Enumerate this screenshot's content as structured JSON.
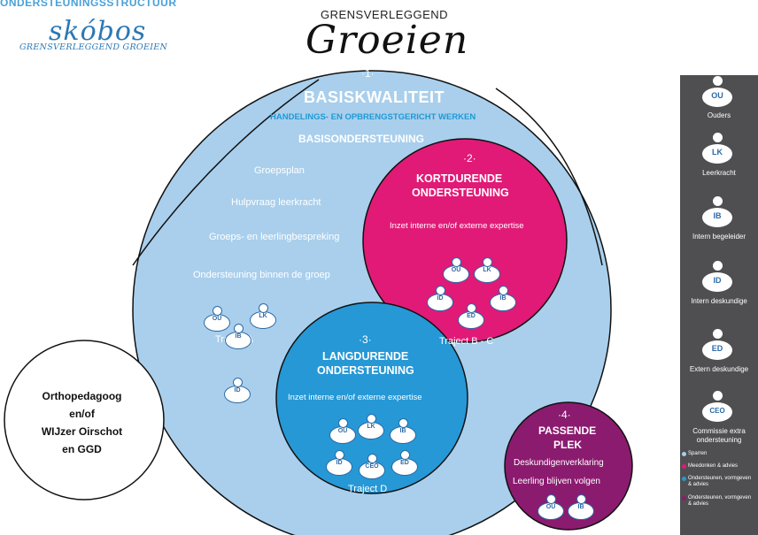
{
  "header": {
    "top_strip": "ONDERSTEUNINGSSTRUCTUUR",
    "logo_main": "skóbos",
    "logo_sub": "GRENSVERLEGGEND GROEIEN",
    "theme_over": "GRENSVERLEGGEND",
    "theme_main": "Groeien"
  },
  "colors": {
    "basis": "#a9cfec",
    "kort": "#e11a77",
    "lang": "#2698d6",
    "passend": "#8b1b6f",
    "legend_bg": "#4f4f51"
  },
  "circle1": {
    "number": "·1·",
    "title": "BASISKWALITEIT",
    "subtitle": "HANDELINGS- EN OPBRENGSTGERICHT WERKEN",
    "subheading": "BASISONDERSTEUNING",
    "items": [
      "Groepsplan",
      "Hulpvraag leerkracht",
      "Groeps- en leerlingbespreking",
      "Ondersteuning binnen de groep"
    ],
    "traject": "Traject A",
    "roles": [
      "OU",
      "LK",
      "IB",
      "ID"
    ]
  },
  "circle2": {
    "number": "·2·",
    "title_1": "KORTDURENDE",
    "title_2": "ONDERSTEUNING",
    "text": "Inzet interne en/of externe expertise",
    "traject": "Traject B - C",
    "roles": [
      "OU",
      "LK",
      "ID",
      "IB",
      "ED"
    ]
  },
  "circle3": {
    "number": "·3·",
    "title_1": "LANGDURENDE",
    "title_2": "ONDERSTEUNING",
    "text": "Inzet interne en/of externe expertise",
    "traject": "Traject D",
    "roles": [
      "OU",
      "LK",
      "IB",
      "ID",
      "CEO",
      "ED"
    ]
  },
  "circle4": {
    "number": "·4·",
    "title_1": "PASSENDE",
    "title_2": "PLEK",
    "line_1": "Deskundigenverklaring",
    "line_2": "Leerling blijven volgen",
    "roles": [
      "OU",
      "IB"
    ]
  },
  "outside": {
    "lines": [
      "Orthopedagoog",
      "en/of",
      "WIJzer Oirschot",
      "en GGD"
    ]
  },
  "legend": {
    "entries": [
      {
        "code": "OU",
        "label": "Ouders"
      },
      {
        "code": "LK",
        "label": "Leerkracht"
      },
      {
        "code": "IB",
        "label": "Intern begeleider"
      },
      {
        "code": "ID",
        "label": "Intern deskundige"
      },
      {
        "code": "ED",
        "label": "Extern deskundige"
      },
      {
        "code": "CEO",
        "label": "Commissie extra ondersteuning"
      }
    ],
    "keys": [
      {
        "label": "Sparren",
        "color": "#a9cfec"
      },
      {
        "label": "Meedonken & advies",
        "color": "#e11a77"
      },
      {
        "label": "Ondersteunen, vormgeven & advies",
        "color": "#2698d6"
      },
      {
        "label": "Ondersteunen, vormgeven & advies",
        "color": "#8b1b6f"
      }
    ]
  }
}
